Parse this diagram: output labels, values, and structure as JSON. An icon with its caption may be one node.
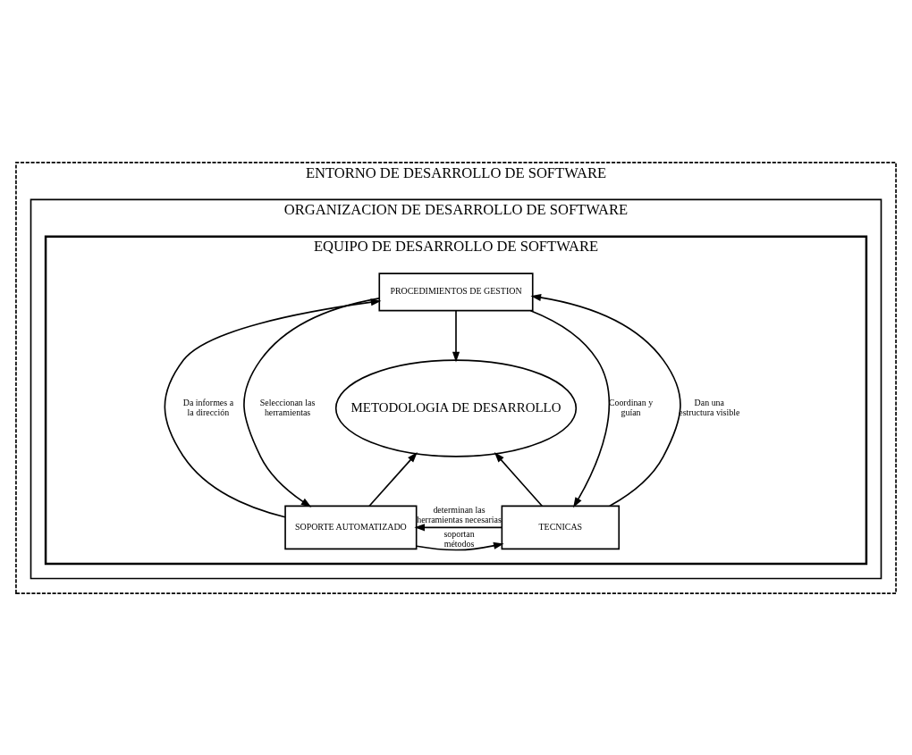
{
  "diagram": {
    "nodes": [
      {
        "text": [
          "ENTORNO DE DESARROLLO DE SOFTWARE"
        ]
      },
      {
        "text": [
          "ORGANIZACION DE DESARROLLO DE SOFTWARE"
        ],
        "in": 0
      },
      {
        "text": [
          "EQUIPO DE DESARROLLO DE SOFTWARE"
        ],
        "in": 1
      },
      {
        "text": [
          "PROCEDIMIENTOS DE GESTION"
        ],
        "in": 2
      },
      {
        "text": [
          "METODOLOGIA DE DESARROLLO"
        ],
        "in": 2
      },
      {
        "text": [
          "SOPORTE AUTOMATIZADO"
        ],
        "in": 2
      },
      {
        "text": [
          "TECNICAS"
        ],
        "in": 2
      }
    ],
    "edges": [
      {
        "from": 3,
        "to": 5,
        "arrow": "to",
        "label": "Seleccionan las herramientas"
      },
      {
        "from": 5,
        "to": 3,
        "arrow": "to",
        "label": "Da informes a la dirección"
      },
      {
        "from": 3,
        "to": 4,
        "arrow": "to"
      },
      {
        "from": 3,
        "to": 6,
        "arrow": "to",
        "label": "Coordinan y guían"
      },
      {
        "from": 6,
        "to": 3,
        "arrow": "to",
        "label": "Dan una estructura visible"
      },
      {
        "from": 5,
        "to": 4,
        "arrow": "to"
      },
      {
        "from": 6,
        "to": 4,
        "arrow": "to"
      },
      {
        "from": 5,
        "to": 6,
        "arrow": "to",
        "label": "soportan métodos"
      },
      {
        "from": 6,
        "to": 5,
        "arrow": "to",
        "label": "determinan las herramientas necesarias"
      }
    ]
  }
}
